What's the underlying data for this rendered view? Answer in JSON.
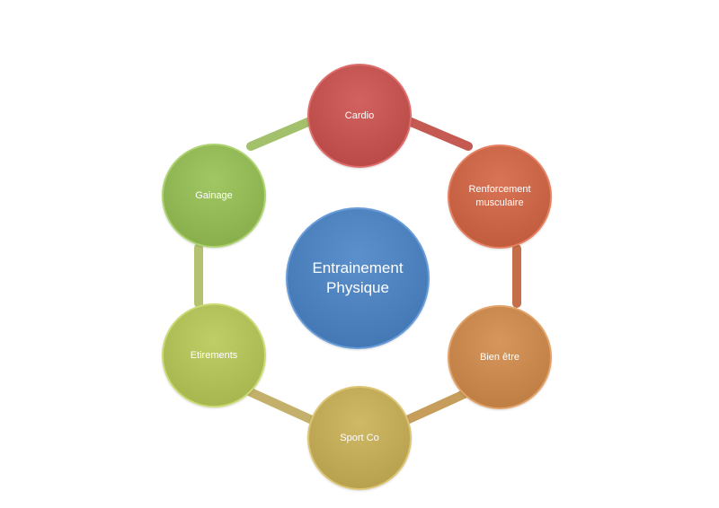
{
  "diagram": {
    "center": {
      "label": "Entrainement\nPhysique",
      "color": "#4a7ebb"
    },
    "nodes": [
      {
        "label": "Cardio",
        "color": "#c0504d"
      },
      {
        "label": "Renforcement\nmusculaire",
        "color": "#c76344"
      },
      {
        "label": "Bien être",
        "color": "#c4844a"
      },
      {
        "label": "Sport Co",
        "color": "#bda755"
      },
      {
        "label": "Etirements",
        "color": "#aebc56"
      },
      {
        "label": "Gainage",
        "color": "#8fb552"
      }
    ],
    "connector_colors": [
      "#c55a53",
      "#c46f49",
      "#c69d5a",
      "#c3b06a",
      "#b4c171",
      "#a2c16a"
    ]
  }
}
